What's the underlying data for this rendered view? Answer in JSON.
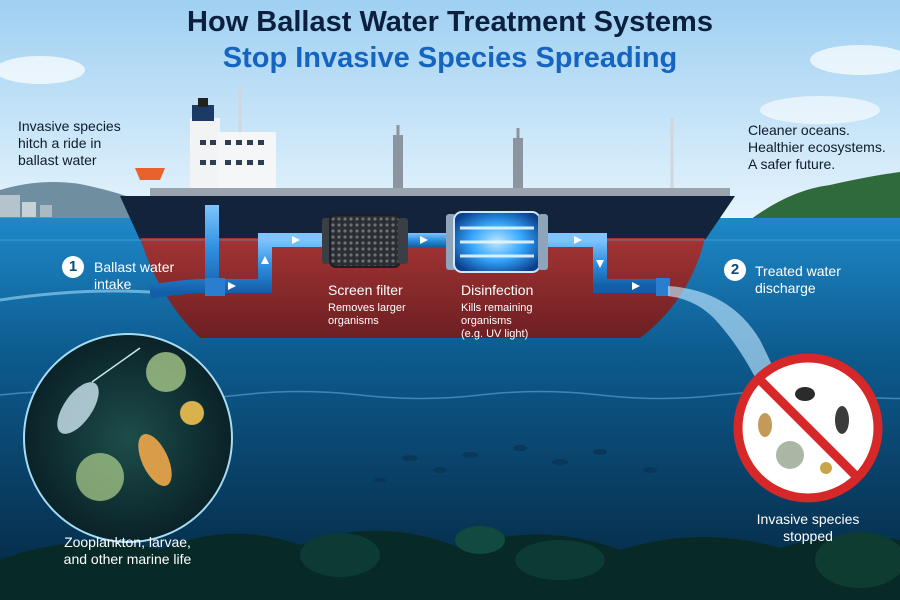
{
  "title": {
    "line1": "How Ballast Water Treatment Systems",
    "line2": "Stop Invasive Species Spreading"
  },
  "left_note": [
    "Invasive species",
    "hitch a ride in",
    "ballast water"
  ],
  "right_note": [
    "Cleaner oceans.",
    "Healthier ecosystems.",
    "A safer future."
  ],
  "steps": [
    {
      "number": "1",
      "lines": [
        "Ballast water",
        "intake"
      ]
    },
    {
      "number": "2",
      "lines": [
        "Treated water",
        "discharge"
      ]
    }
  ],
  "stages": [
    {
      "title": "Screen filter",
      "desc": [
        "Removes larger",
        "organisms"
      ]
    },
    {
      "title": "Disinfection",
      "desc": [
        "Kills remaining",
        "organisms",
        "(e.g. UV light)"
      ]
    }
  ],
  "marine_life_caption": [
    "Zooplankton, larvae,",
    "and other marine life"
  ],
  "stopped_caption": [
    "Invasive species",
    "stopped"
  ],
  "colors": {
    "hull_red": "#8e2a2a",
    "hull_dark": "#13233b",
    "pipe_blue": "#2f8fe0",
    "uv_glow": "#35a8ff",
    "no_sign_red": "#d62828"
  }
}
